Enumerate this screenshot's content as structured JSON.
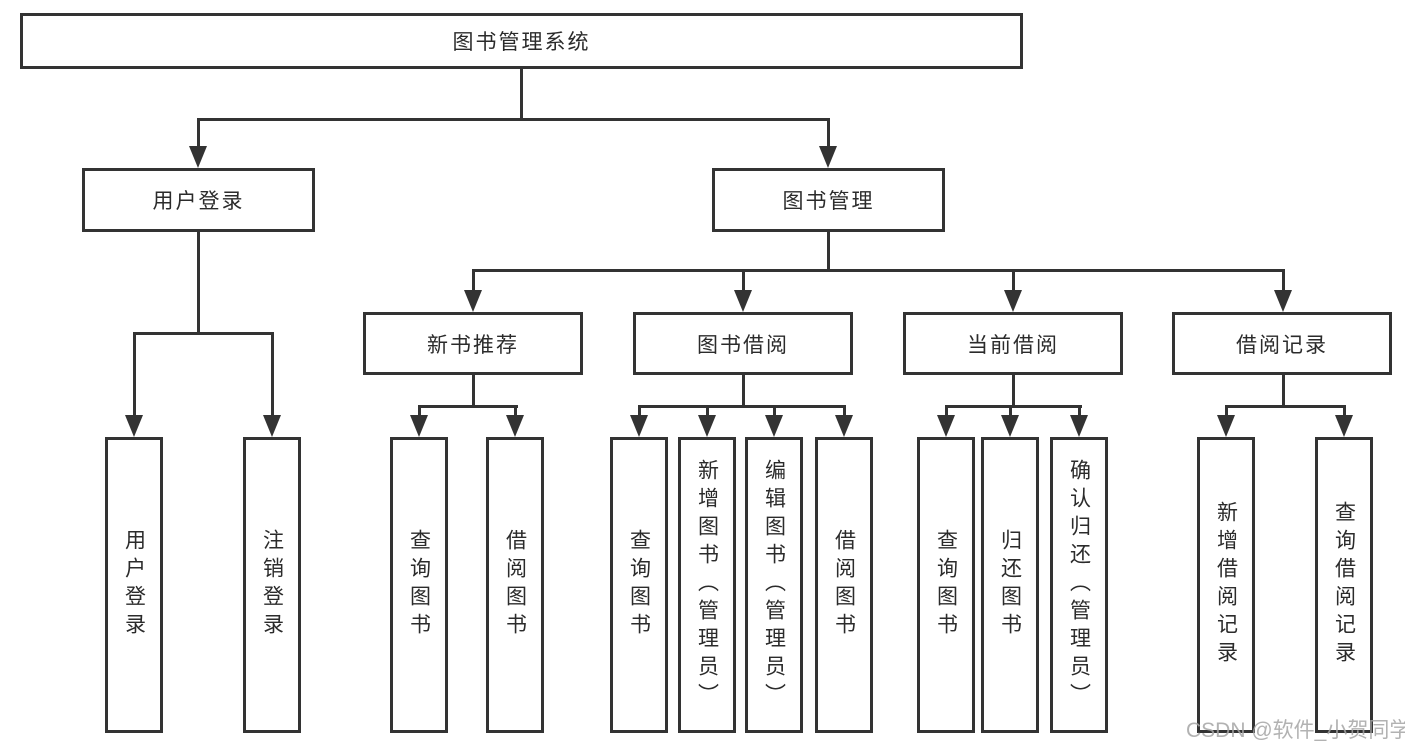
{
  "diagram": {
    "root": {
      "label": "图书管理系统"
    },
    "branches": [
      {
        "label": "用户登录",
        "children": [
          "用户登录",
          "注销登录"
        ]
      },
      {
        "label": "图书管理",
        "sections": [
          {
            "label": "新书推荐",
            "children": [
              "查询图书",
              "借阅图书"
            ]
          },
          {
            "label": "图书借阅",
            "children": [
              "查询图书",
              "新增图书（管理员）",
              "编辑图书（管理员）",
              "借阅图书"
            ]
          },
          {
            "label": "当前借阅",
            "children": [
              "查询图书",
              "归还图书",
              "确认归还（管理员）"
            ]
          },
          {
            "label": "借阅记录",
            "children": [
              "新增借阅记录",
              "查询借阅记录"
            ]
          }
        ]
      }
    ]
  },
  "watermark": {
    "text": "CSDN @软件_小贺同学"
  },
  "colors": {
    "line": "#333333",
    "box_fill": "#ffffff",
    "text": "#2b2b2b",
    "watermark": "#a5a5a5",
    "background": "#ffffff"
  }
}
